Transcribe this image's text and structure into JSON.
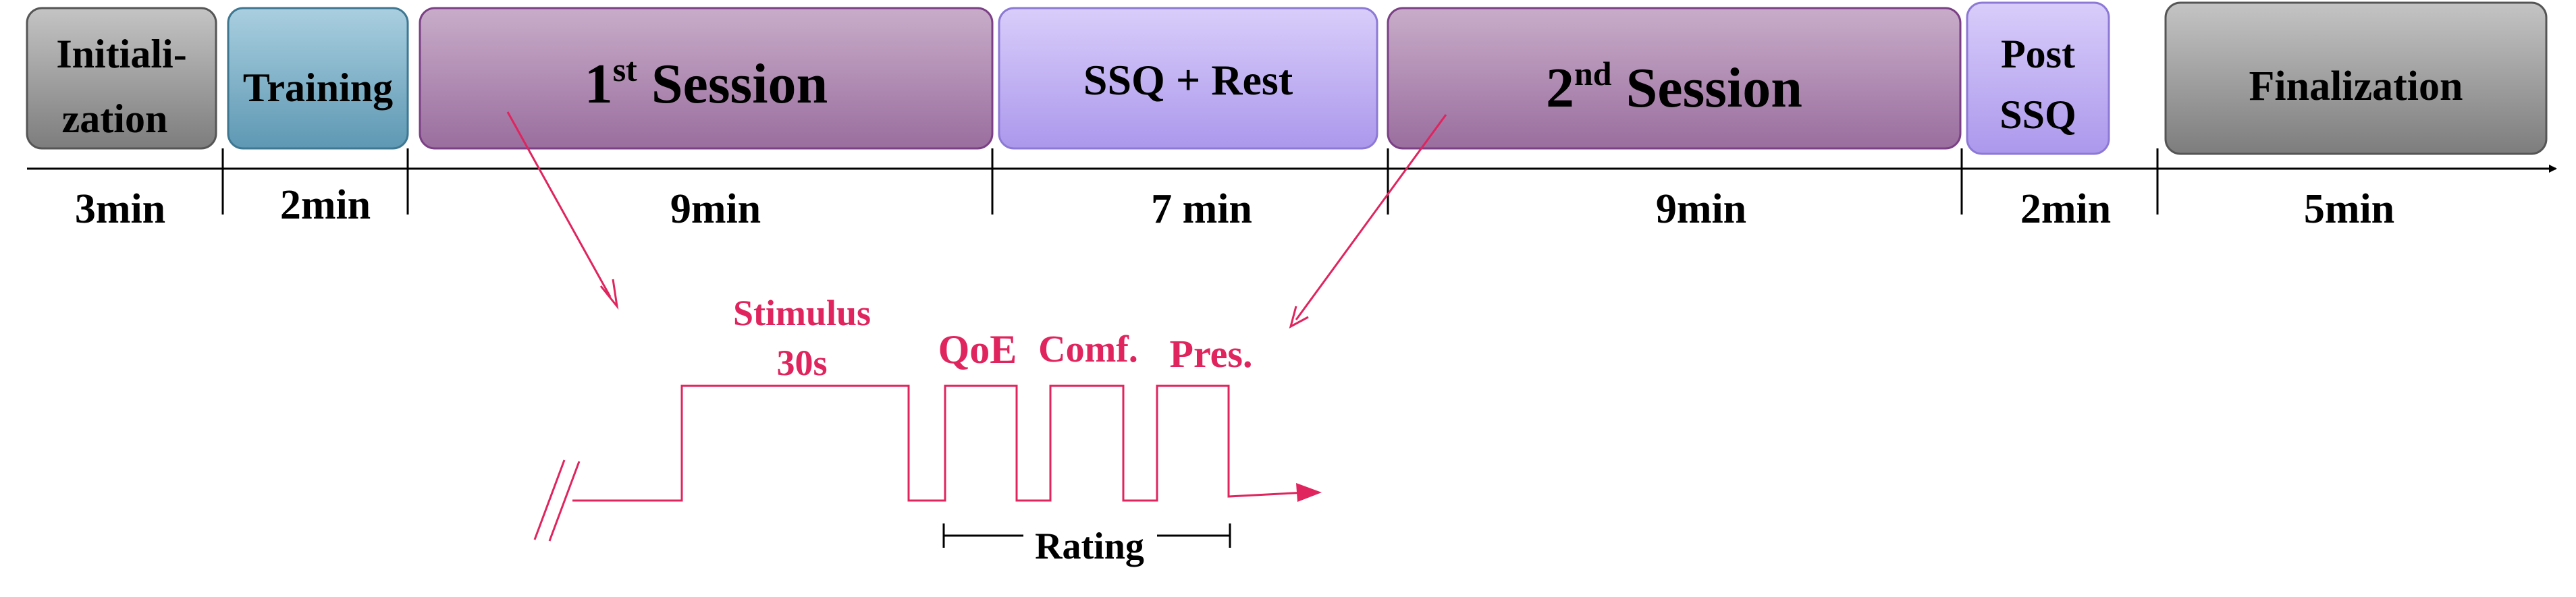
{
  "phases": [
    {
      "id": "init",
      "lines": [
        "Initiali-",
        "zation"
      ],
      "duration": "3min",
      "fill": "#8c8c8c"
    },
    {
      "id": "training",
      "lines": [
        "Training"
      ],
      "duration": "2min",
      "fill": "#6aa3bd"
    },
    {
      "id": "session1",
      "main": "1",
      "sup": "st",
      "rest": " Session",
      "duration": "9min",
      "fill": "#a17aa8"
    },
    {
      "id": "ssq-rest",
      "lines": [
        "SSQ + Rest"
      ],
      "duration": "7 min",
      "fill": "#b9a9ee"
    },
    {
      "id": "session2",
      "main": "2",
      "sup": "nd",
      "rest": " Session",
      "duration": "9min",
      "fill": "#a17aa8"
    },
    {
      "id": "post-ssq",
      "lines": [
        "Post",
        "SSQ"
      ],
      "duration": "2min",
      "fill": "#b9a9ee"
    },
    {
      "id": "final",
      "lines": [
        "Finalization"
      ],
      "duration": "5min",
      "fill": "#8c8c8c"
    }
  ],
  "trial": {
    "stimulus": [
      "Stimulus",
      "30s"
    ],
    "qoe": "QoE",
    "comf": "Comf.",
    "pres": "Pres.",
    "rating": "Rating"
  },
  "colors": {
    "accent": "#e0245e",
    "axis": "#000000"
  }
}
